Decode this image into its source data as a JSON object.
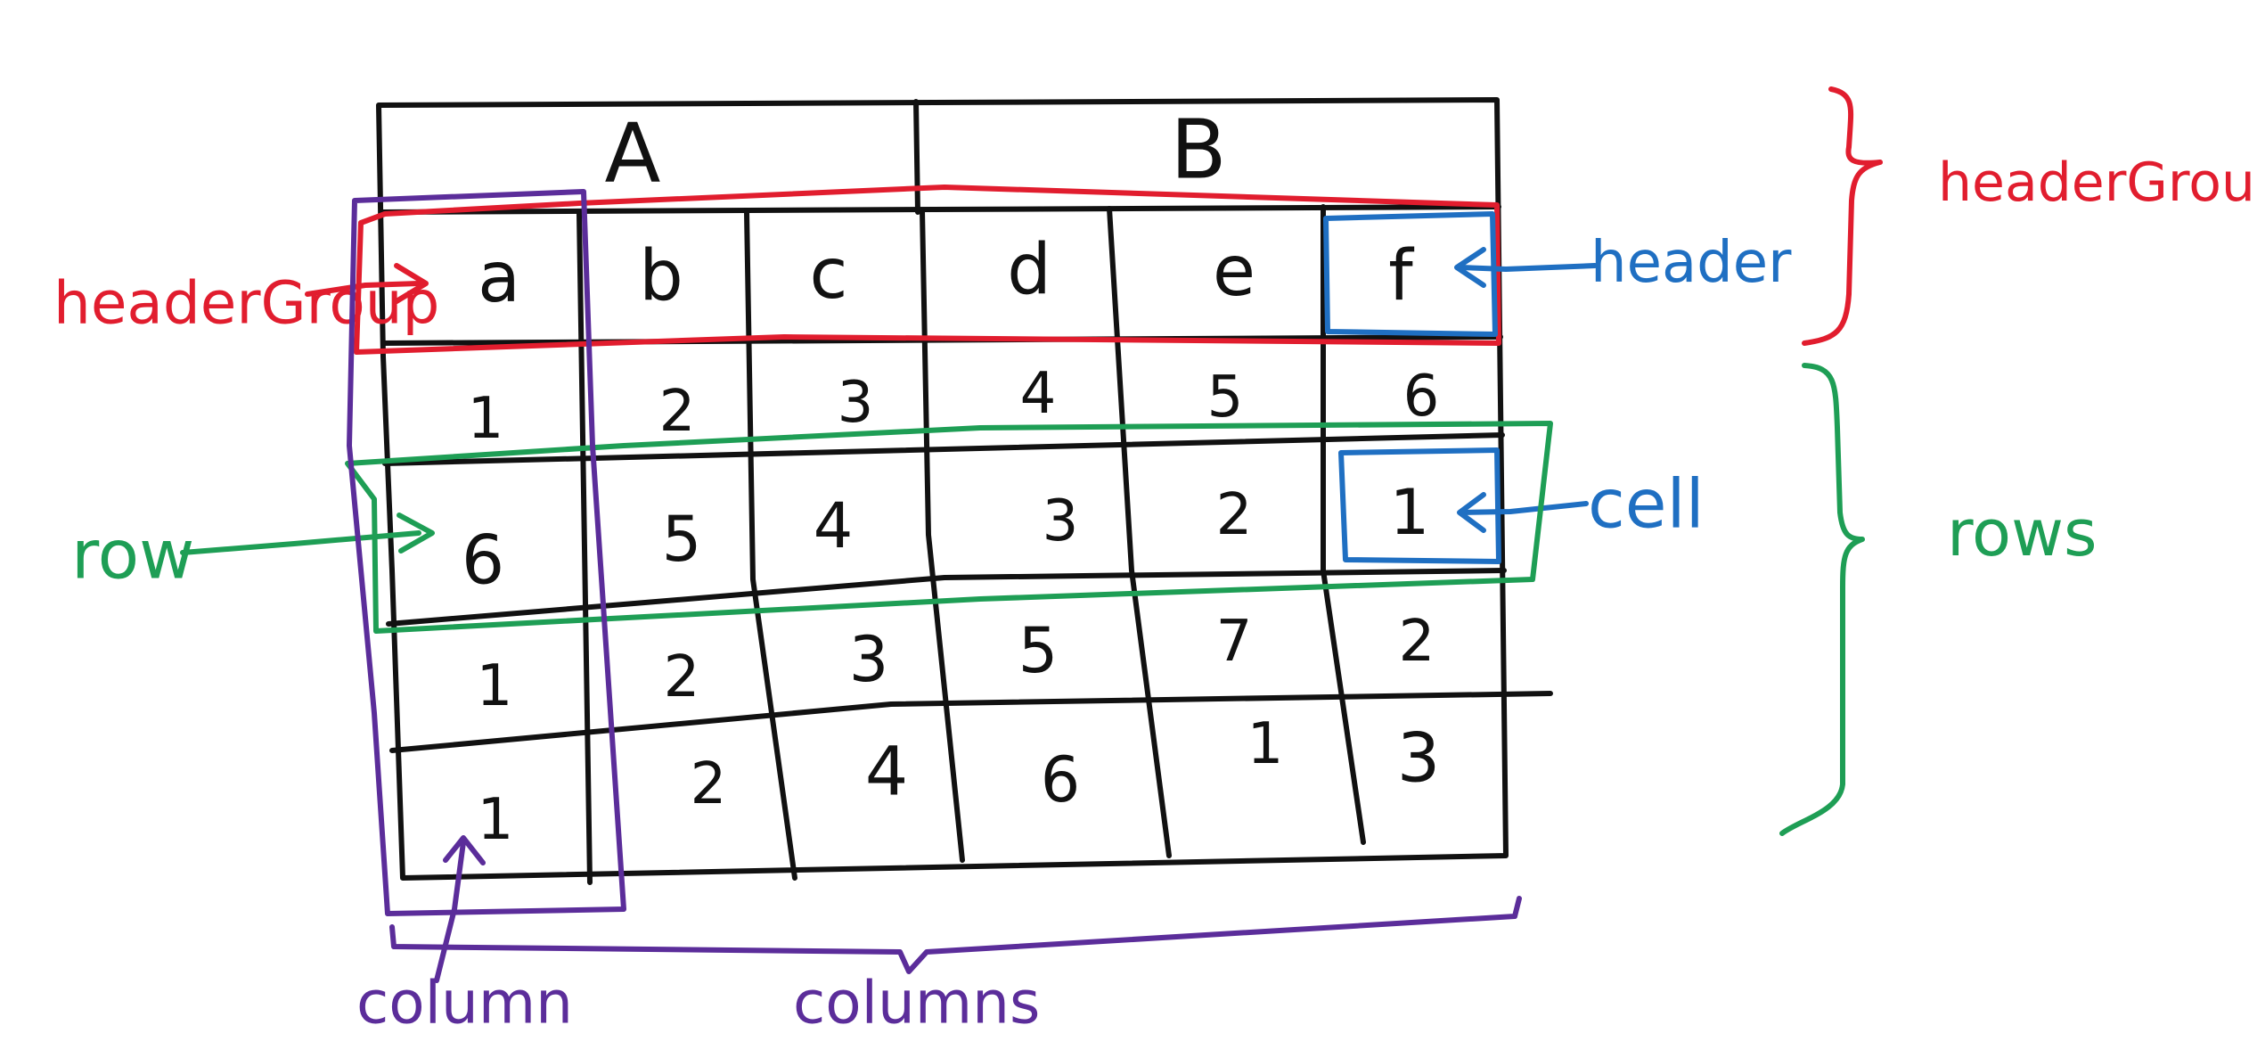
{
  "colors": {
    "ink": "#111111",
    "header_groups": "#e11d2e",
    "header": "#1f6fc2",
    "rows": "#1e9e55",
    "columns": "#5b2d9a"
  },
  "table": {
    "group_headers": [
      "A",
      "B"
    ],
    "headers": [
      "a",
      "b",
      "c",
      "d",
      "e",
      "f"
    ],
    "rows": [
      [
        "1",
        "2",
        "3",
        "4",
        "5",
        "6"
      ],
      [
        "6",
        "5",
        "4",
        "3",
        "2",
        "1"
      ],
      [
        "1",
        "2",
        "3",
        "5",
        "7",
        "2"
      ],
      [
        "1",
        "2",
        "4",
        "6",
        "1",
        "3"
      ]
    ]
  },
  "annotations": {
    "header_group": "headerGroup",
    "header_groups": "headerGroups",
    "header": "header",
    "row": "row",
    "rows": "rows",
    "cell": "cell",
    "column": "column",
    "columns": "columns"
  }
}
